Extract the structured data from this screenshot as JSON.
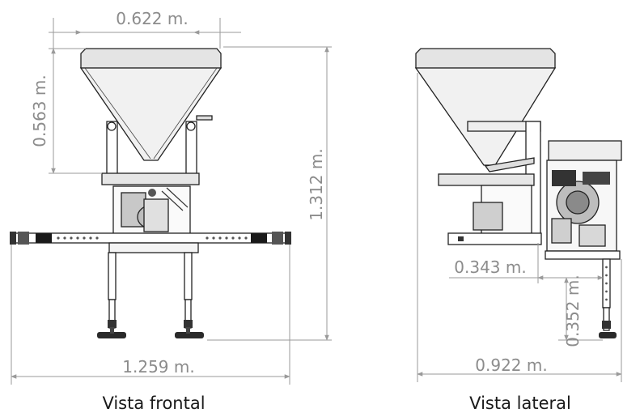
{
  "views": {
    "frontal": {
      "caption": "Vista frontal",
      "dims": {
        "top_width": "0.622 m.",
        "hopper_height": "0.563 m.",
        "total_height": "1.312 m.",
        "total_width": "1.259 m."
      }
    },
    "lateral": {
      "caption": "Vista lateral",
      "dims": {
        "offset": "0.343 m.",
        "foot_height": "0.352 m.",
        "total_depth": "0.922 m."
      }
    }
  },
  "colors": {
    "dimension_text": "#8c8c8c",
    "outline": "#222222"
  }
}
